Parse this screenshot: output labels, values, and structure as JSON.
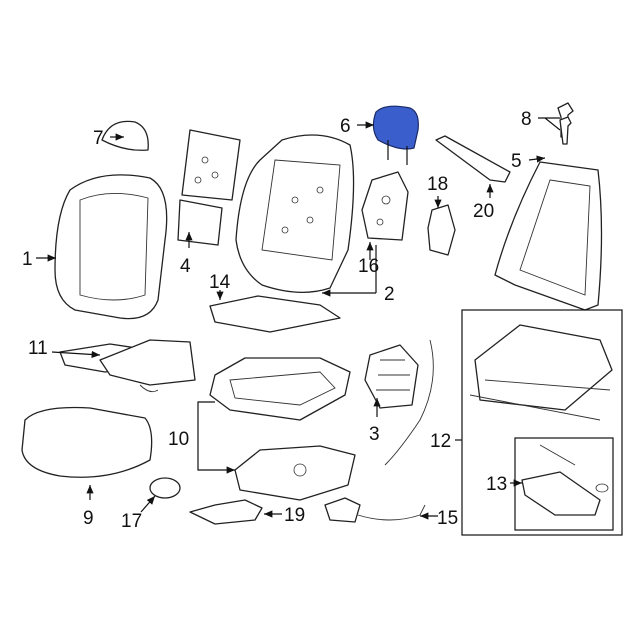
{
  "diagram": {
    "title": "Seat assembly parts diagram",
    "highlight_color": "#3a5fcd",
    "callouts": {
      "c1": "1",
      "c2": "2",
      "c3": "3",
      "c4": "4",
      "c5": "5",
      "c6": "6",
      "c7": "7",
      "c8": "8",
      "c9": "9",
      "c10": "10",
      "c11": "11",
      "c12": "12",
      "c13": "13",
      "c14": "14",
      "c15": "15",
      "c16": "16",
      "c17": "17",
      "c18": "18",
      "c19": "19",
      "c20": "20"
    }
  }
}
